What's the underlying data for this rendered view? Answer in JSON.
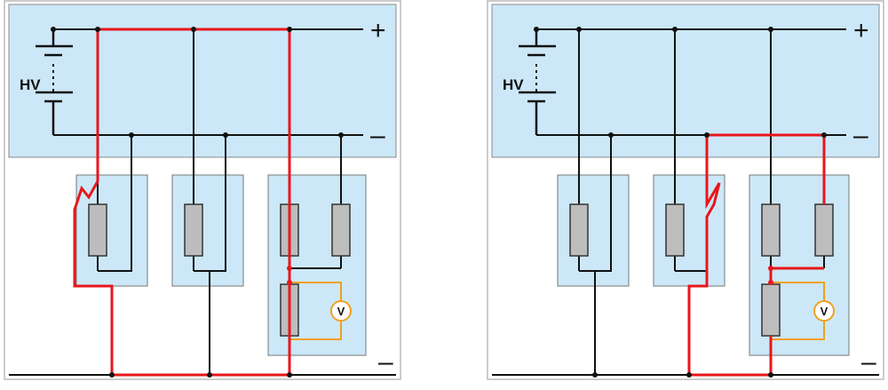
{
  "diagrams": [
    {
      "id": "left",
      "battery_label": "HV",
      "positive_symbol": "+",
      "negative_symbol": "–",
      "ground_symbol": "–",
      "meter_label": "V",
      "fault_location": "module-1",
      "colors": {
        "hv_zone": "#cce8f8",
        "module_box": "#cce8f8",
        "wire": "#111111",
        "fault_path": "#e8161b",
        "meter_wire": "#f0a020",
        "resistor": "#bdbdbd"
      }
    },
    {
      "id": "right",
      "battery_label": "HV",
      "positive_symbol": "+",
      "negative_symbol": "–",
      "ground_symbol": "–",
      "meter_label": "V",
      "fault_location": "module-2",
      "colors": {
        "hv_zone": "#cce8f8",
        "module_box": "#cce8f8",
        "wire": "#111111",
        "fault_path": "#e8161b",
        "meter_wire": "#f0a020",
        "resistor": "#bdbdbd"
      }
    }
  ]
}
